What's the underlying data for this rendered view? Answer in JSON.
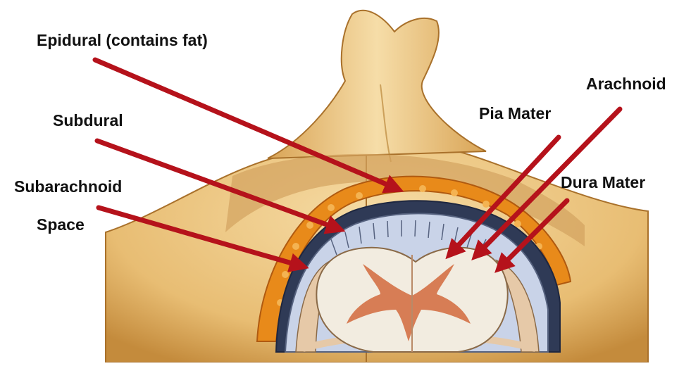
{
  "labels": {
    "epidural": "Epidural (contains fat)",
    "subdural": "Subdural",
    "subarachnoid_line1": "Subarachnoid",
    "subarachnoid_line2": "Space",
    "pia_mater": "Pia Mater",
    "arachnoid": "Arachnoid",
    "dura_mater": "Dura Mater"
  },
  "colors": {
    "arrow": "#b5121b",
    "bone": "#e8c07a",
    "bone_dark": "#b07a2a",
    "fat": "#e88a1a",
    "dura": "#2f3a56",
    "csf": "#c9d3e8",
    "cord_white": "#f2ece0",
    "cord_grey": "#d26a3c",
    "nerve_root": "#e6c9a8",
    "background": "#ffffff"
  }
}
